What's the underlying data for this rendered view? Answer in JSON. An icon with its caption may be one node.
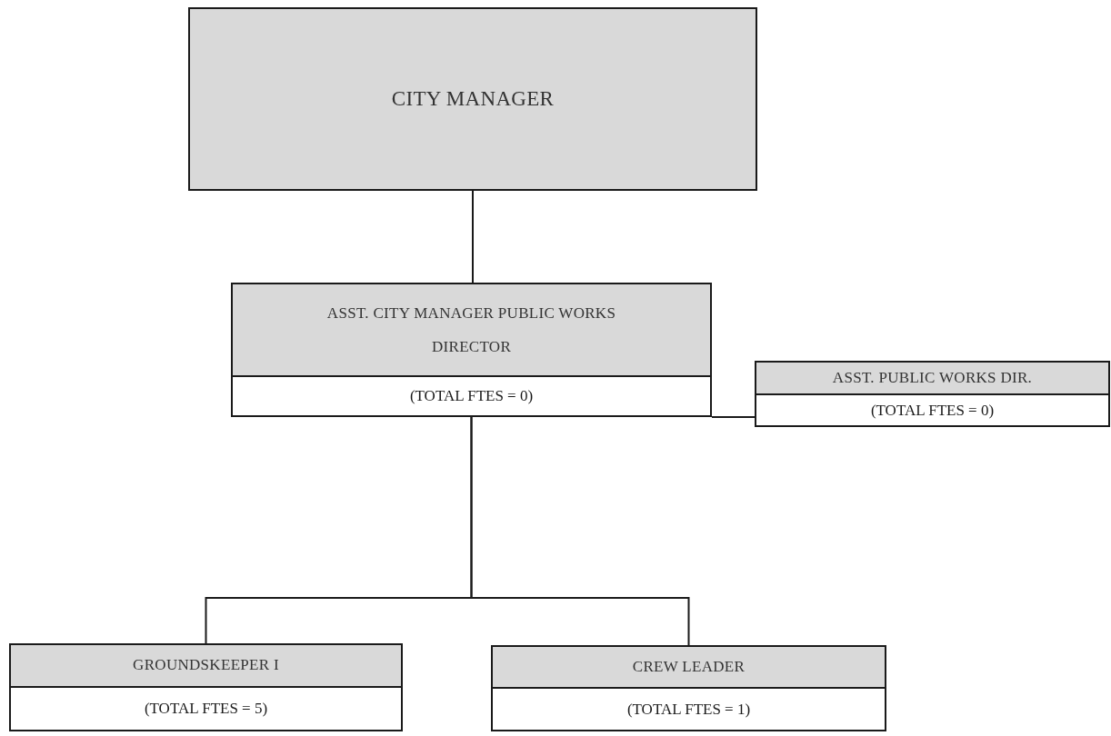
{
  "diagram": {
    "nodes": [
      {
        "text": [
          "CITY MANAGER"
        ]
      },
      {
        "text": [
          "ASST. CITY MANAGER PUBLIC WORKS DIRECTOR",
          "(TOTAL FTES = 0)"
        ]
      },
      {
        "text": [
          "ASST. PUBLIC WORKS DIR.",
          "(TOTAL FTES = 0)"
        ]
      },
      {
        "text": [
          "GROUNDSKEEPER I",
          "(TOTAL FTES = 5)"
        ]
      },
      {
        "text": [
          "CREW LEADER",
          "(TOTAL FTES = 1)"
        ]
      }
    ],
    "edges": [
      {
        "from": 0,
        "to": 1,
        "arrow": "none"
      },
      {
        "from": 1,
        "to": 2,
        "arrow": "none"
      },
      {
        "from": 1,
        "to": 3,
        "arrow": "none"
      },
      {
        "from": 1,
        "to": 4,
        "arrow": "none"
      }
    ]
  }
}
